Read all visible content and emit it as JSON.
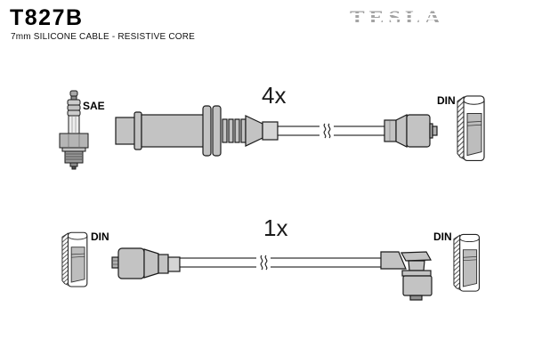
{
  "header": {
    "part_number": "T827B",
    "subtitle": "7mm SILICONE CABLE - RESISTIVE CORE",
    "brand_logo": "TESLA"
  },
  "diagram": {
    "rows": [
      {
        "name": "spark-plug-lead",
        "quantity_label": "4x",
        "left_terminal_standard": "SAE",
        "left_terminal_icon": "spark-plug-icon",
        "left_connector": "long-ribbed-boot-connector",
        "right_terminal_standard": "DIN",
        "right_terminal_icon": "din-socket-icon",
        "right_connector": "straight-cone-connector",
        "cable_break_icon": "cable-break-icon"
      },
      {
        "name": "coil-lead",
        "quantity_label": "1x",
        "left_terminal_standard": "DIN",
        "left_terminal_icon": "din-socket-icon",
        "left_connector": "straight-boot-connector",
        "right_terminal_standard": "DIN",
        "right_terminal_icon": "din-socket-icon",
        "right_connector": "elbow-90-connector",
        "cable_break_icon": "cable-break-icon"
      }
    ]
  },
  "colors": {
    "background": "#ffffff",
    "outline": "#1a1a1a",
    "connector_fill": "#c3c3c3",
    "connector_light": "#d5d5d5",
    "metal_dark": "#969696",
    "logo_gray": "#a3a3a3",
    "text": "#000000"
  }
}
